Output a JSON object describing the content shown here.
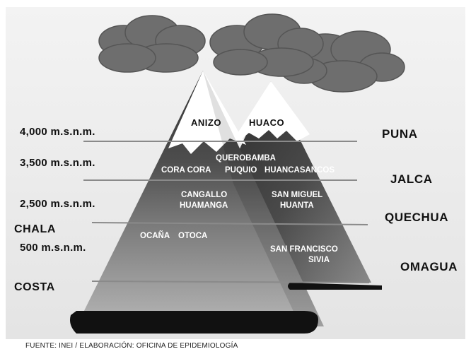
{
  "altitudes": {
    "a4000": "4,000 m.s.n.m.",
    "a3500": "3,500 m.s.n.m.",
    "a2500": "2,500 m.s.n.m.",
    "chala": "CHALA",
    "a500": "500 m.s.n.m.",
    "costa": "COSTA"
  },
  "zones": {
    "puna": "PUNA",
    "jalca": "JALCA",
    "quechua": "QUECHUA",
    "omagua": "OMAGUA"
  },
  "peaks": {
    "left": "ANIZO",
    "right": "HUACO"
  },
  "places": {
    "querobamba": "QUEROBAMBA",
    "cora_cora": "CORA CORA",
    "puquio": "PUQUIO",
    "huancasancos": "HUANCASANCOS",
    "cangallo": "CANGALLO",
    "huamanga": "HUAMANGA",
    "san_miguel": "SAN MIGUEL",
    "huanta": "HUANTA",
    "ocana": "OCAÑA",
    "otoca": "OTOCA",
    "san_francisco": "SAN FRANCISCO",
    "sivia": "SIVIA"
  },
  "footer": "FUENTE: INEI / ELABORACIÓN: OFICINA DE EPIDEMIOLOGÍA",
  "colors": {
    "background": "#f0f0f0",
    "cloud": "#6f6f6f",
    "snow": "#ffffff",
    "upper_band": "#3f3f3f",
    "middle_band": "#5c5c5c",
    "lower_band": "#8c8c8c",
    "base": "#111111"
  }
}
